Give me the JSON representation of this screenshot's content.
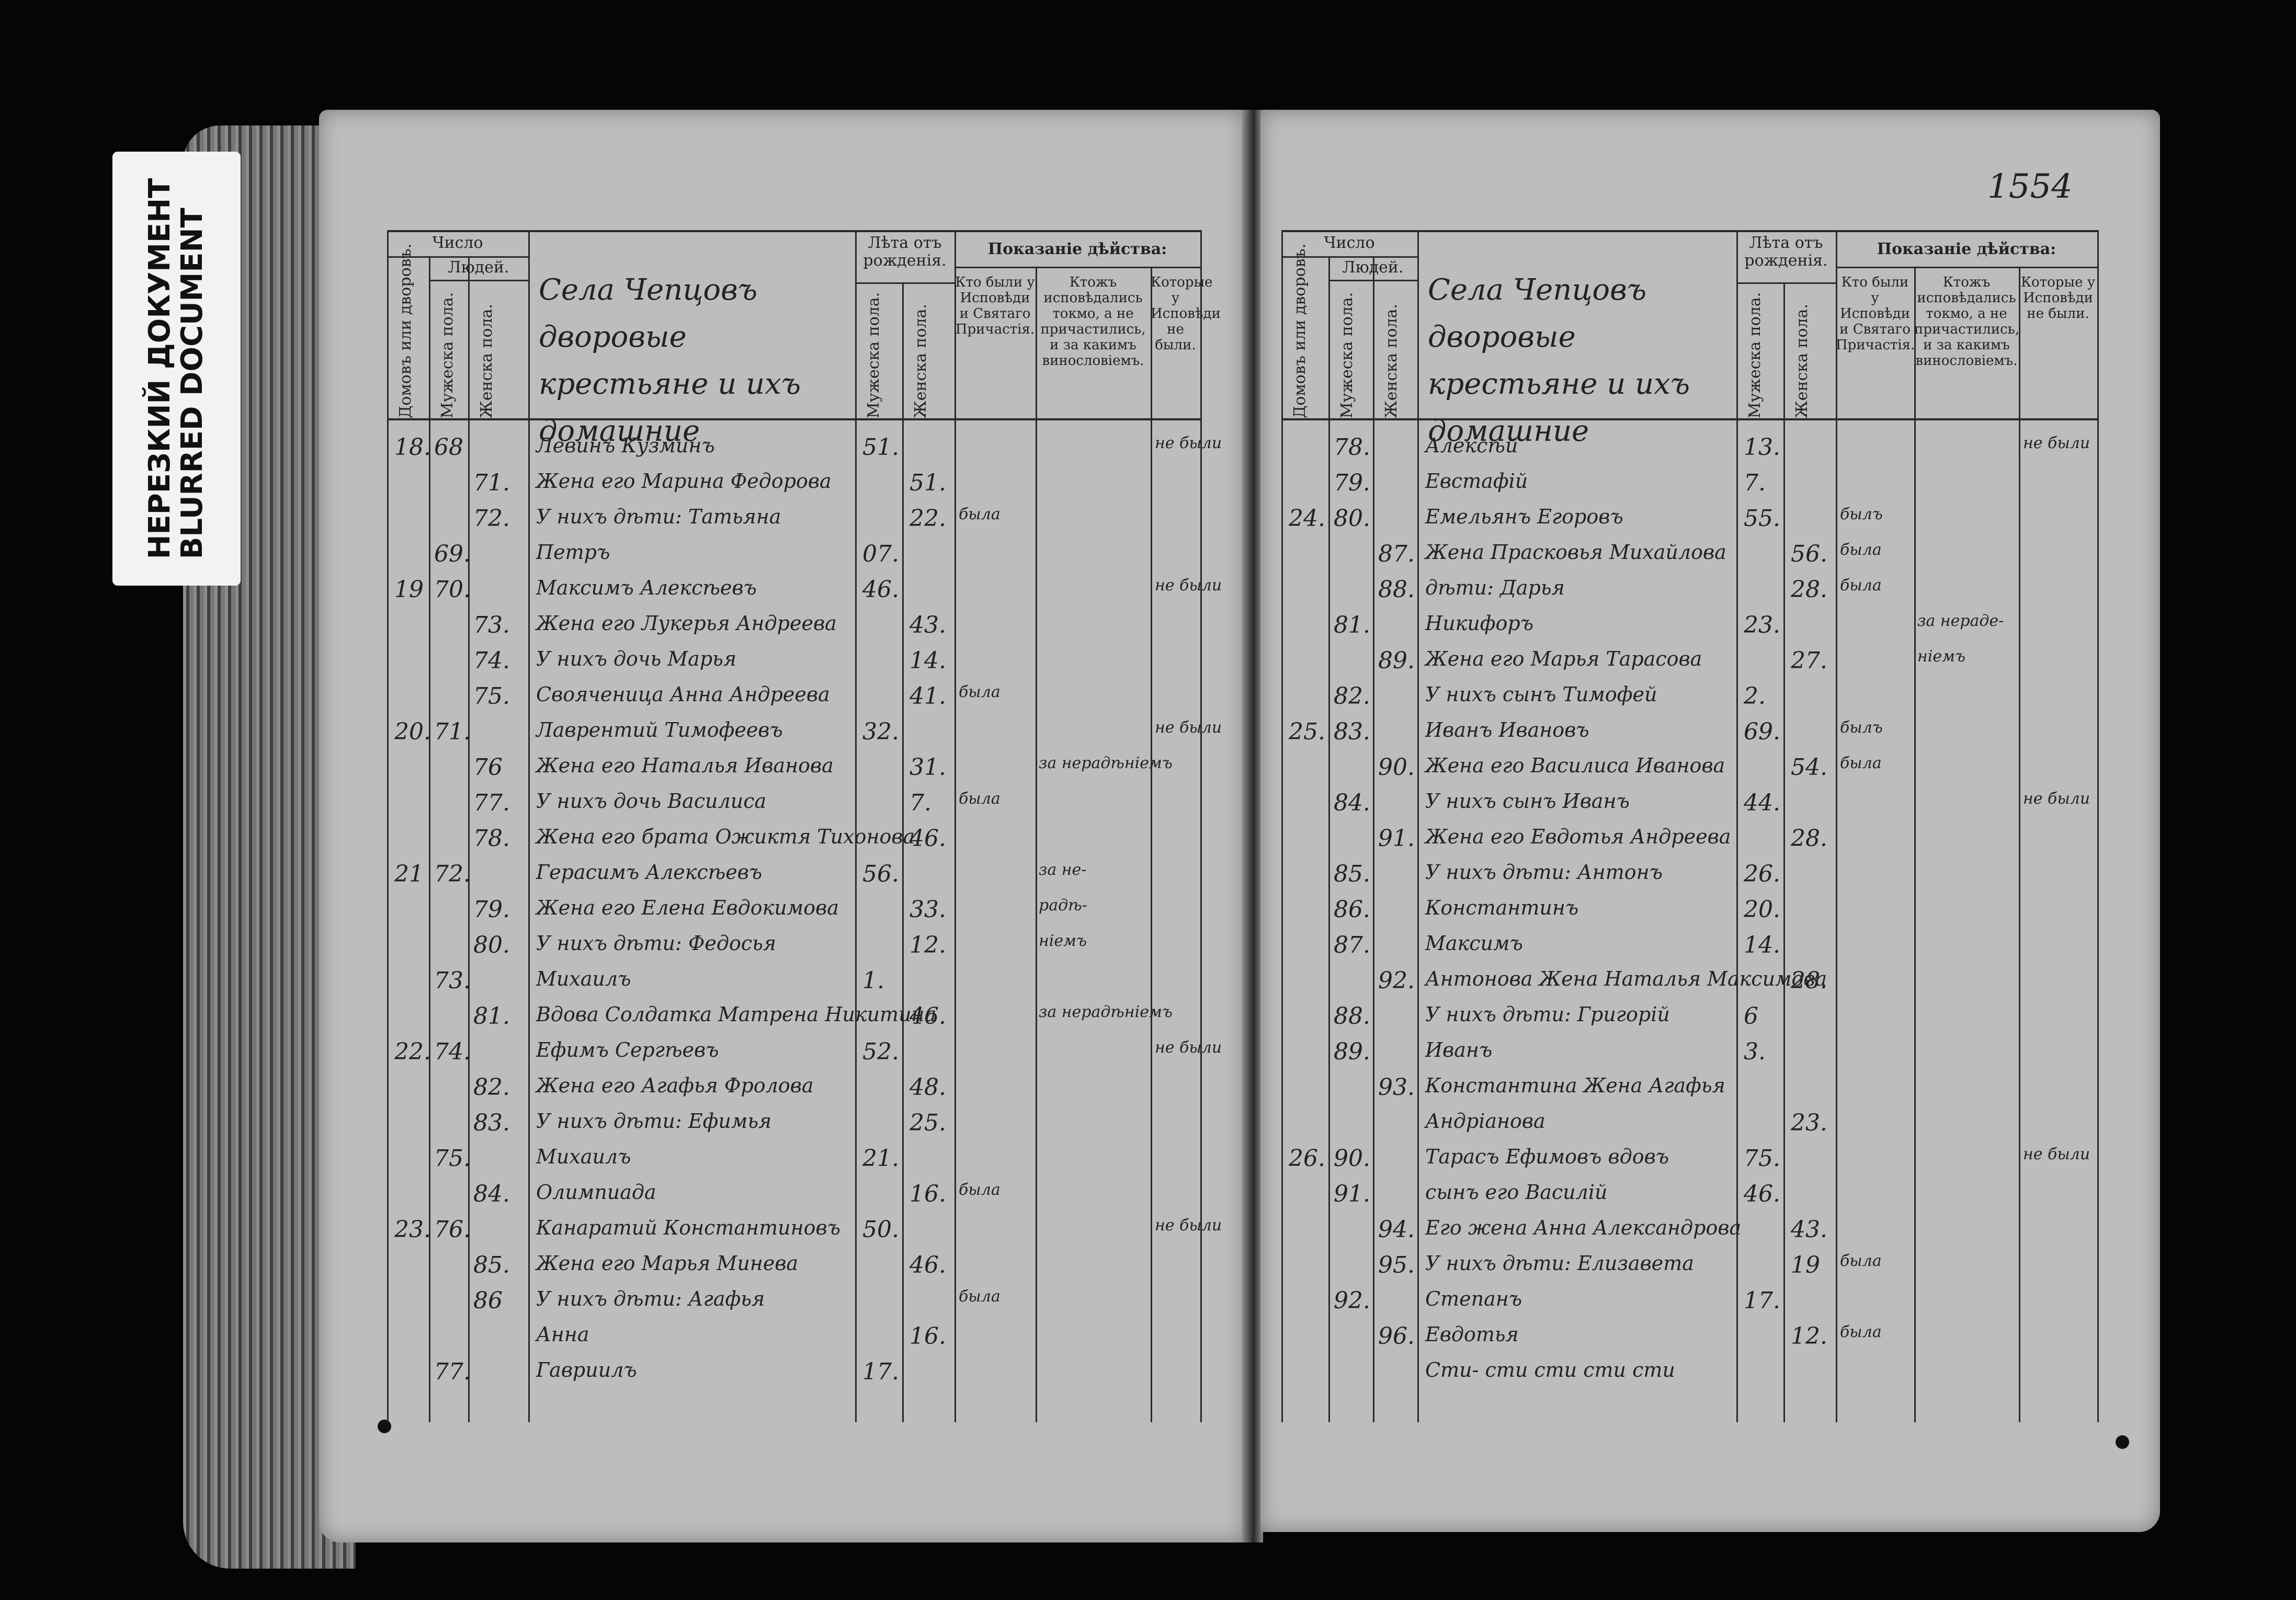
{
  "stamp": {
    "line1": "НЕРЕЗКИЙ ДОКУМЕНТ",
    "line2": "BLURRED DOCUMENT"
  },
  "page_number": "1554",
  "headers": {
    "chislo": "Число",
    "lyudey": "Людей.",
    "dvorov": "Домовъ или дворовъ.",
    "muzh": "Мужеска пола.",
    "zhen": "Женска пола.",
    "leta": "Лѣта отъ рожденія.",
    "pokazanie": "Показаніе дѣйства:",
    "kto_byli": "Кто были у Исповѣди и Святаго Причастія.",
    "ktozh": "Ктожъ исповѣдались токмо, а не причастились, и за какимъ винословіемъ.",
    "kotorye": "Которые у Исповѣди не были."
  },
  "left_title": "Села Чепцовъ дворовые крестьяне и ихъ домашние",
  "right_title": "Села Чепцовъ дворовые крестьяне и ихъ домашние",
  "left_rows": [
    {
      "dvor": "18.",
      "m": "68",
      "f": "",
      "name": "Левинъ Кузминъ",
      "lm": "51.",
      "lf": "",
      "byli": "",
      "ktozh": "",
      "net": "не были"
    },
    {
      "dvor": "",
      "m": "",
      "f": "71.",
      "name": "Жена его Марина Федорова",
      "lm": "",
      "lf": "51.",
      "byli": "",
      "ktozh": "",
      "net": ""
    },
    {
      "dvor": "",
      "m": "",
      "f": "72.",
      "name": "У нихъ дѣти: Татьяна",
      "lm": "",
      "lf": "22.",
      "byli": "была",
      "ktozh": "",
      "net": ""
    },
    {
      "dvor": "",
      "m": "69.",
      "f": "",
      "name": "Петръ",
      "lm": "07.",
      "lf": "",
      "byli": "",
      "ktozh": "",
      "net": ""
    },
    {
      "dvor": "19",
      "m": "70.",
      "f": "",
      "name": "Максимъ Алексѣевъ",
      "lm": "46.",
      "lf": "",
      "byli": "",
      "ktozh": "",
      "net": "не были"
    },
    {
      "dvor": "",
      "m": "",
      "f": "73.",
      "name": "Жена его Лукерья Андреева",
      "lm": "",
      "lf": "43.",
      "byli": "",
      "ktozh": "",
      "net": ""
    },
    {
      "dvor": "",
      "m": "",
      "f": "74.",
      "name": "У нихъ дочь Марья",
      "lm": "",
      "lf": "14.",
      "byli": "",
      "ktozh": "",
      "net": ""
    },
    {
      "dvor": "",
      "m": "",
      "f": "75.",
      "name": "Свояченица Анна Андреева",
      "lm": "",
      "lf": "41.",
      "byli": "была",
      "ktozh": "",
      "net": ""
    },
    {
      "dvor": "20.",
      "m": "71.",
      "f": "",
      "name": "Лаврентий Тимофеевъ",
      "lm": "32.",
      "lf": "",
      "byli": "",
      "ktozh": "",
      "net": "не были"
    },
    {
      "dvor": "",
      "m": "",
      "f": "76",
      "name": "Жена его Наталья Иванова",
      "lm": "",
      "lf": "31.",
      "byli": "",
      "ktozh": "за нерадѣніемъ",
      "net": ""
    },
    {
      "dvor": "",
      "m": "",
      "f": "77.",
      "name": "У нихъ дочь Василиса",
      "lm": "",
      "lf": "7.",
      "byli": "была",
      "ktozh": "",
      "net": ""
    },
    {
      "dvor": "",
      "m": "",
      "f": "78.",
      "name": "Жена его брата Ожиктя Тихонова",
      "lm": "",
      "lf": "46.",
      "byli": "",
      "ktozh": "",
      "net": ""
    },
    {
      "dvor": "21",
      "m": "72.",
      "f": "",
      "name": "Герасимъ Алексѣевъ",
      "lm": "56.",
      "lf": "",
      "byli": "",
      "ktozh": "за не-",
      "net": ""
    },
    {
      "dvor": "",
      "m": "",
      "f": "79.",
      "name": "Жена его Елена Евдокимова",
      "lm": "",
      "lf": "33.",
      "byli": "",
      "ktozh": "радѣ-",
      "net": ""
    },
    {
      "dvor": "",
      "m": "",
      "f": "80.",
      "name": "У нихъ дѣти: Федосья",
      "lm": "",
      "lf": "12.",
      "byli": "",
      "ktozh": "ніемъ",
      "net": ""
    },
    {
      "dvor": "",
      "m": "73.",
      "f": "",
      "name": "Михаилъ",
      "lm": "1.",
      "lf": "",
      "byli": "",
      "ktozh": "",
      "net": ""
    },
    {
      "dvor": "",
      "m": "",
      "f": "81.",
      "name": "Вдова Солдатка Матрена Никитина",
      "lm": "",
      "lf": "46.",
      "byli": "",
      "ktozh": "за нерадѣніемъ",
      "net": ""
    },
    {
      "dvor": "22.",
      "m": "74.",
      "f": "",
      "name": "Ефимъ Сергѣевъ",
      "lm": "52.",
      "lf": "",
      "byli": "",
      "ktozh": "",
      "net": "не были"
    },
    {
      "dvor": "",
      "m": "",
      "f": "82.",
      "name": "Жена его Агафья Фролова",
      "lm": "",
      "lf": "48.",
      "byli": "",
      "ktozh": "",
      "net": ""
    },
    {
      "dvor": "",
      "m": "",
      "f": "83.",
      "name": "У нихъ дѣти: Ефимья",
      "lm": "",
      "lf": "25.",
      "byli": "",
      "ktozh": "",
      "net": ""
    },
    {
      "dvor": "",
      "m": "75.",
      "f": "",
      "name": "Михаилъ",
      "lm": "21.",
      "lf": "",
      "byli": "",
      "ktozh": "",
      "net": ""
    },
    {
      "dvor": "",
      "m": "",
      "f": "84.",
      "name": "Олимпиада",
      "lm": "",
      "lf": "16.",
      "byli": "была",
      "ktozh": "",
      "net": ""
    },
    {
      "dvor": "23.",
      "m": "76.",
      "f": "",
      "name": "Канаратий Константиновъ",
      "lm": "50.",
      "lf": "",
      "byli": "",
      "ktozh": "",
      "net": "не были"
    },
    {
      "dvor": "",
      "m": "",
      "f": "85.",
      "name": "Жена его Марья Минева",
      "lm": "",
      "lf": "46.",
      "byli": "",
      "ktozh": "",
      "net": ""
    },
    {
      "dvor": "",
      "m": "",
      "f": "86",
      "name": "У нихъ дѣти: Агафья",
      "lm": "",
      "lf": "",
      "byli": "была",
      "ktozh": "",
      "net": ""
    },
    {
      "dvor": "",
      "m": "",
      "f": "",
      "name": "Анна",
      "lm": "",
      "lf": "16.",
      "byli": "",
      "ktozh": "",
      "net": ""
    },
    {
      "dvor": "",
      "m": "77.",
      "f": "",
      "name": "Гавриилъ",
      "lm": "17.",
      "lf": "",
      "byli": "",
      "ktozh": "",
      "net": ""
    }
  ],
  "right_rows": [
    {
      "dvor": "",
      "m": "78.",
      "f": "",
      "name": "Алексѣй",
      "lm": "13.",
      "lf": "",
      "byli": "",
      "ktozh": "",
      "net": "не были"
    },
    {
      "dvor": "",
      "m": "79.",
      "f": "",
      "name": "Евстафій",
      "lm": "7.",
      "lf": "",
      "byli": "",
      "ktozh": "",
      "net": ""
    },
    {
      "dvor": "24.",
      "m": "80.",
      "f": "",
      "name": "Емельянъ Егоровъ",
      "lm": "55.",
      "lf": "",
      "byli": "былъ",
      "ktozh": "",
      "net": ""
    },
    {
      "dvor": "",
      "m": "",
      "f": "87.",
      "name": "Жена Прасковья Михайлова",
      "lm": "",
      "lf": "56.",
      "byli": "была",
      "ktozh": "",
      "net": ""
    },
    {
      "dvor": "",
      "m": "",
      "f": "88.",
      "name": "дѣти: Дарья",
      "lm": "",
      "lf": "28.",
      "byli": "была",
      "ktozh": "",
      "net": ""
    },
    {
      "dvor": "",
      "m": "81.",
      "f": "",
      "name": "Никифоръ",
      "lm": "23.",
      "lf": "",
      "byli": "",
      "ktozh": "за нераде-",
      "net": ""
    },
    {
      "dvor": "",
      "m": "",
      "f": "89.",
      "name": "Жена его Марья Тарасова",
      "lm": "",
      "lf": "27.",
      "byli": "",
      "ktozh": "ніемъ",
      "net": ""
    },
    {
      "dvor": "",
      "m": "82.",
      "f": "",
      "name": "У нихъ сынъ Тимофей",
      "lm": "2.",
      "lf": "",
      "byli": "",
      "ktozh": "",
      "net": ""
    },
    {
      "dvor": "25.",
      "m": "83.",
      "f": "",
      "name": "Иванъ Ивановъ",
      "lm": "69.",
      "lf": "",
      "byli": "былъ",
      "ktozh": "",
      "net": ""
    },
    {
      "dvor": "",
      "m": "",
      "f": "90.",
      "name": "Жена его Василиса Иванова",
      "lm": "",
      "lf": "54.",
      "byli": "была",
      "ktozh": "",
      "net": ""
    },
    {
      "dvor": "",
      "m": "84.",
      "f": "",
      "name": "У нихъ сынъ Иванъ",
      "lm": "44.",
      "lf": "",
      "byli": "",
      "ktozh": "",
      "net": "не были"
    },
    {
      "dvor": "",
      "m": "",
      "f": "91.",
      "name": "Жена его Евдотья Андреева",
      "lm": "",
      "lf": "28.",
      "byli": "",
      "ktozh": "",
      "net": ""
    },
    {
      "dvor": "",
      "m": "85.",
      "f": "",
      "name": "У нихъ дѣти: Антонъ",
      "lm": "26.",
      "lf": "",
      "byli": "",
      "ktozh": "",
      "net": ""
    },
    {
      "dvor": "",
      "m": "86.",
      "f": "",
      "name": "Константинъ",
      "lm": "20.",
      "lf": "",
      "byli": "",
      "ktozh": "",
      "net": ""
    },
    {
      "dvor": "",
      "m": "87.",
      "f": "",
      "name": "Максимъ",
      "lm": "14.",
      "lf": "",
      "byli": "",
      "ktozh": "",
      "net": ""
    },
    {
      "dvor": "",
      "m": "",
      "f": "92.",
      "name": "Антонова Жена Наталья Максимова",
      "lm": "",
      "lf": "28.",
      "byli": "",
      "ktozh": "",
      "net": ""
    },
    {
      "dvor": "",
      "m": "88.",
      "f": "",
      "name": "У нихъ дѣти: Григорій",
      "lm": "6",
      "lf": "",
      "byli": "",
      "ktozh": "",
      "net": ""
    },
    {
      "dvor": "",
      "m": "89.",
      "f": "",
      "name": "Иванъ",
      "lm": "3.",
      "lf": "",
      "byli": "",
      "ktozh": "",
      "net": ""
    },
    {
      "dvor": "",
      "m": "",
      "f": "93.",
      "name": "Константина Жена Агафья",
      "lm": "",
      "lf": "",
      "byli": "",
      "ktozh": "",
      "net": ""
    },
    {
      "dvor": "",
      "m": "",
      "f": "",
      "name": "Андріанова",
      "lm": "",
      "lf": "23.",
      "byli": "",
      "ktozh": "",
      "net": ""
    },
    {
      "dvor": "26.",
      "m": "90.",
      "f": "",
      "name": "Тарасъ Ефимовъ вдовъ",
      "lm": "75.",
      "lf": "",
      "byli": "",
      "ktozh": "",
      "net": "не были"
    },
    {
      "dvor": "",
      "m": "91.",
      "f": "",
      "name": "сынъ его Василій",
      "lm": "46.",
      "lf": "",
      "byli": "",
      "ktozh": "",
      "net": ""
    },
    {
      "dvor": "",
      "m": "",
      "f": "94.",
      "name": "Его жена Анна Александрова",
      "lm": "",
      "lf": "43.",
      "byli": "",
      "ktozh": "",
      "net": ""
    },
    {
      "dvor": "",
      "m": "",
      "f": "95.",
      "name": "У нихъ дѣти: Елизавета",
      "lm": "",
      "lf": "19",
      "byli": "была",
      "ktozh": "",
      "net": ""
    },
    {
      "dvor": "",
      "m": "92.",
      "f": "",
      "name": "Степанъ",
      "lm": "17.",
      "lf": "",
      "byli": "",
      "ktozh": "",
      "net": ""
    },
    {
      "dvor": "",
      "m": "",
      "f": "96.",
      "name": "Евдотья",
      "lm": "",
      "lf": "12.",
      "byli": "была",
      "ktozh": "",
      "net": ""
    },
    {
      "dvor": "",
      "m": "",
      "f": "",
      "name": "Сти- сти сти сти сти",
      "lm": "",
      "lf": "",
      "byli": "",
      "ktozh": "",
      "net": ""
    }
  ]
}
